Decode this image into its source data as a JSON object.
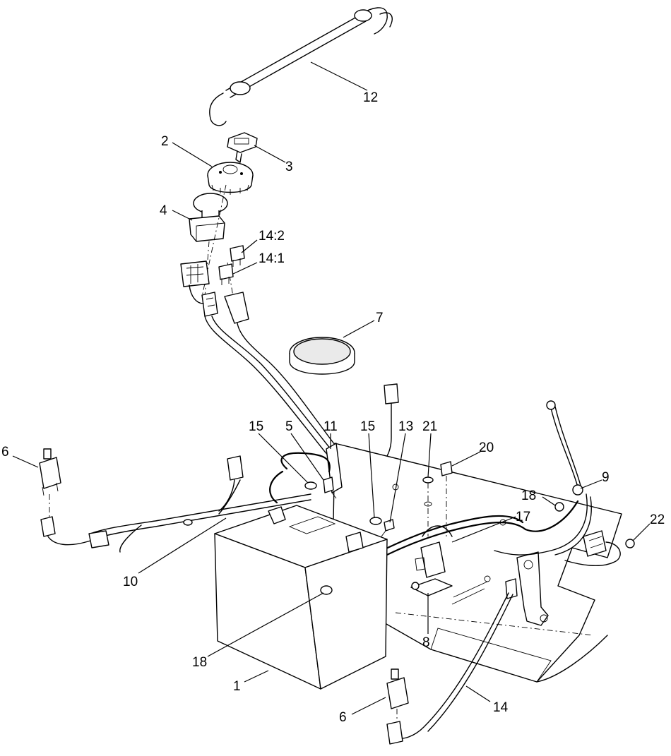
{
  "diagram": {
    "callouts": [
      {
        "id": "c-12",
        "text": "12"
      },
      {
        "id": "c-2",
        "text": "2"
      },
      {
        "id": "c-3",
        "text": "3"
      },
      {
        "id": "c-4",
        "text": "4"
      },
      {
        "id": "c-14-2",
        "text": "14:2"
      },
      {
        "id": "c-14-1",
        "text": "14:1"
      },
      {
        "id": "c-7",
        "text": "7"
      },
      {
        "id": "c-6-left",
        "text": "6"
      },
      {
        "id": "c-15-left",
        "text": "15"
      },
      {
        "id": "c-5",
        "text": "5"
      },
      {
        "id": "c-11",
        "text": "11"
      },
      {
        "id": "c-15-mid",
        "text": "15"
      },
      {
        "id": "c-13",
        "text": "13"
      },
      {
        "id": "c-21",
        "text": "21"
      },
      {
        "id": "c-20",
        "text": "20"
      },
      {
        "id": "c-9",
        "text": "9"
      },
      {
        "id": "c-18-right",
        "text": "18"
      },
      {
        "id": "c-22",
        "text": "22"
      },
      {
        "id": "c-17",
        "text": "17"
      },
      {
        "id": "c-10",
        "text": "10"
      },
      {
        "id": "c-8",
        "text": "8"
      },
      {
        "id": "c-18-bottom",
        "text": "18"
      },
      {
        "id": "c-1",
        "text": "1"
      },
      {
        "id": "c-14",
        "text": "14"
      },
      {
        "id": "c-6-bottom",
        "text": "6"
      }
    ]
  }
}
